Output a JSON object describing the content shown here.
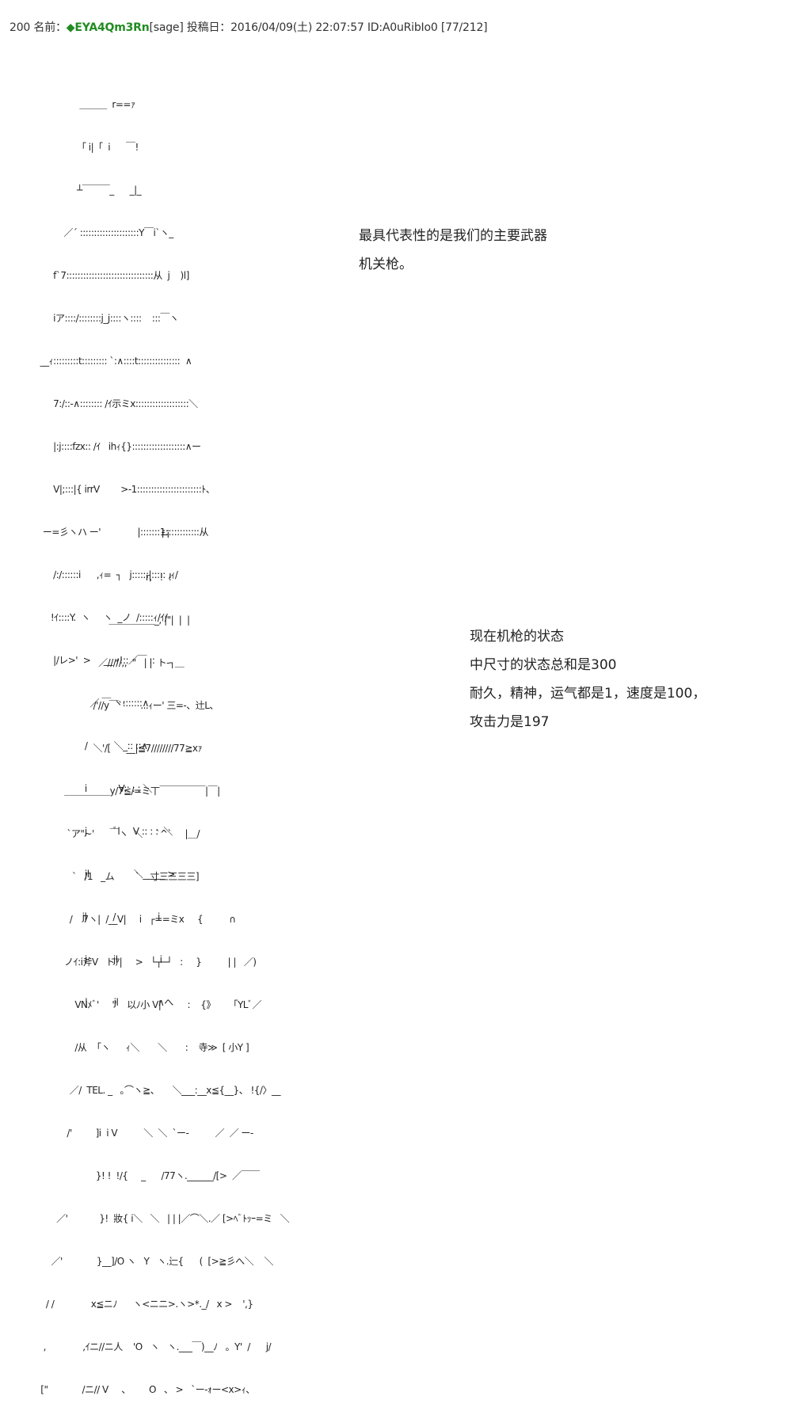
{
  "post": {
    "number": "200",
    "name_label": "名前：",
    "trip": "◆EYA4Qm3Rn",
    "mail": "[sage]",
    "date_label": "投稿日：",
    "date": "2016/04/09(土) 22:07:57",
    "id": "ID:A0uRibIo0",
    "count": "[77/212]"
  },
  "aa1": {
    "lines": [
      "                    ＿＿＿  r==ｧ",
      "                   「 i|「  i      ￣!",
      "                   ┴￣￣￣_      _|_",
      "              ／´ :::::::::::::::::::::Y￣i`ヽ_",
      "          f`7:::::::::::::::::::::::::::::::从  j    )l]",
      "          iア::::/::::::::j_j::::ヽ::::    :::￣ヽ",
      "     __ｨ:::::::::t::::::::: `:∧::::t:::::::::::::::  ∧",
      "          7:/::-∧:::::::: /ｲ示ミx:::::::::::::::::::＼",
      "          |:j::::fzx:: /ｲ   ihｨ{}:::::::::::::::::::∧ー",
      "          V|;:::|{ irrV        >-1:::::::::::::::::::::::ﾄ、",
      "      ー=彡ヽハ ー'              |:::::::1::::::::::::从",
      "          /:/::::::i      ,ｨ=  ┐   j::::::|::::: ,ｨ/",
      "         !ｲ::::Y.  ヽ     ヽ  _ノ  /:::::ｨ/ｲ/",
      "          |/レ>'  >     __ ｨ!::／￣ ::",
      "                        ／ ￣ ヽ:::::::∧",
      "                      /          ＼_:: ::∧",
      "                      i            V:: : : ＼",
      "                      j          ﾞl     V :: : :  ＼",
      "                      jl                 ＼_____ >",
      "                     jl          /                i",
      "                      i          jl                i",
      "                      |          jl               ∧へ"
    ]
  },
  "caption1": {
    "lines": [
      "最具代表性的是我们的主要武器",
      "机关枪。"
    ]
  },
  "aa2": {
    "lines": [
      "                                                  f-i",
      "                                            r,   !  !",
      "                              ＿＿＿＿＿_, |\"|  |  |",
      "                          ／/////,,  \"   | |  ト‐┐＿",
      "                        /'//y￣`'      ...ｨー' 三=-、辻L、",
      "                        ＼'/[      __|≦7////////77≧xｧ",
      "             ＿＿＿＿＿y/7≦/=ミ丅￣￣￣￣￣|￣|",
      "              `ア\"~'      ￣ヽ  ＼     `^`     |＿/",
      "                `   /1   _ム        `    寸三三三三]",
      "               /    7ヽ|  /__V|     i   ┌==ミx     {          ∩",
      "             ノｲ:i斧V   ドｱ|     >   └┬─┘   :     }          | |   ／)",
      "                 VNﾒﾞ'     ''    以ﾉ小 V|          :    {》     「YLﾞ／",
      "                 /从  「ヽ      ｨ＼       ＼       :    寺≫  [ 小Y ]",
      "               ／/  TEL. _   ｡⌒ヽ≧、     ＼___:__x≦{__}、 !{/〉__",
      "              /'         ]i  i V          ＼  ＼  `ー-          ／  ／ ー-",
      "                         }! !  !/{     _      /77ヽ.______/[>  ／￣￣",
      "          ／'            }!  妝{ i＼   ＼   | | |／⌒＼.／ [>ﾍﾞﾄｯｰ=ミ   ＼",
      "        ／'             }__]/O ヽ   Y   ヽ.辷{      (  [>≧彡へ＼    ＼",
      "      / /              x≦ニﾉ      ヽ<ニニ>.ヽ>*._/   x >    ',}",
      "     ,              ,ｲニ//ニ人    'O   ヽ   ヽ.___￣)__ﾉ   。Y'  /      j/",
      "    [\"             /ニ// V     、       O   、 >   `ー-ｫー<x>ｨ、"
    ]
  },
  "caption2": {
    "lines": [
      "现在机枪的状态",
      "中尺寸的状态总和是300",
      "耐久，精神，运气都是1，速度是100，",
      "攻击力是197"
    ]
  },
  "colors": {
    "trip": "#228b22",
    "text": "#333333",
    "background": "#ffffff"
  }
}
